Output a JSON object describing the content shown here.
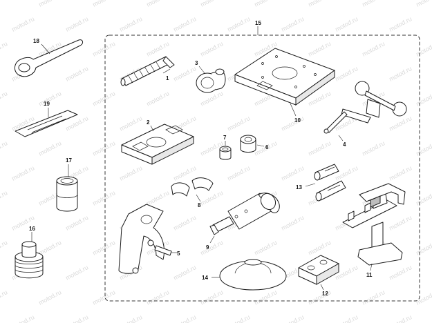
{
  "watermark": "motod.ru",
  "group_box_label": "15",
  "parts": [
    {
      "id": "p1",
      "label": "1"
    },
    {
      "id": "p2",
      "label": "2"
    },
    {
      "id": "p3",
      "label": "3"
    },
    {
      "id": "p4",
      "label": "4"
    },
    {
      "id": "p5",
      "label": "5"
    },
    {
      "id": "p6",
      "label": "6"
    },
    {
      "id": "p7",
      "label": "7"
    },
    {
      "id": "p8",
      "label": "8"
    },
    {
      "id": "p9",
      "label": "9"
    },
    {
      "id": "p10",
      "label": "10"
    },
    {
      "id": "p11",
      "label": "11"
    },
    {
      "id": "p12",
      "label": "12"
    },
    {
      "id": "p13",
      "label": "13"
    },
    {
      "id": "p14",
      "label": "14"
    },
    {
      "id": "p16",
      "label": "16"
    },
    {
      "id": "p17",
      "label": "17"
    },
    {
      "id": "p18",
      "label": "18"
    },
    {
      "id": "p19",
      "label": "19"
    }
  ]
}
